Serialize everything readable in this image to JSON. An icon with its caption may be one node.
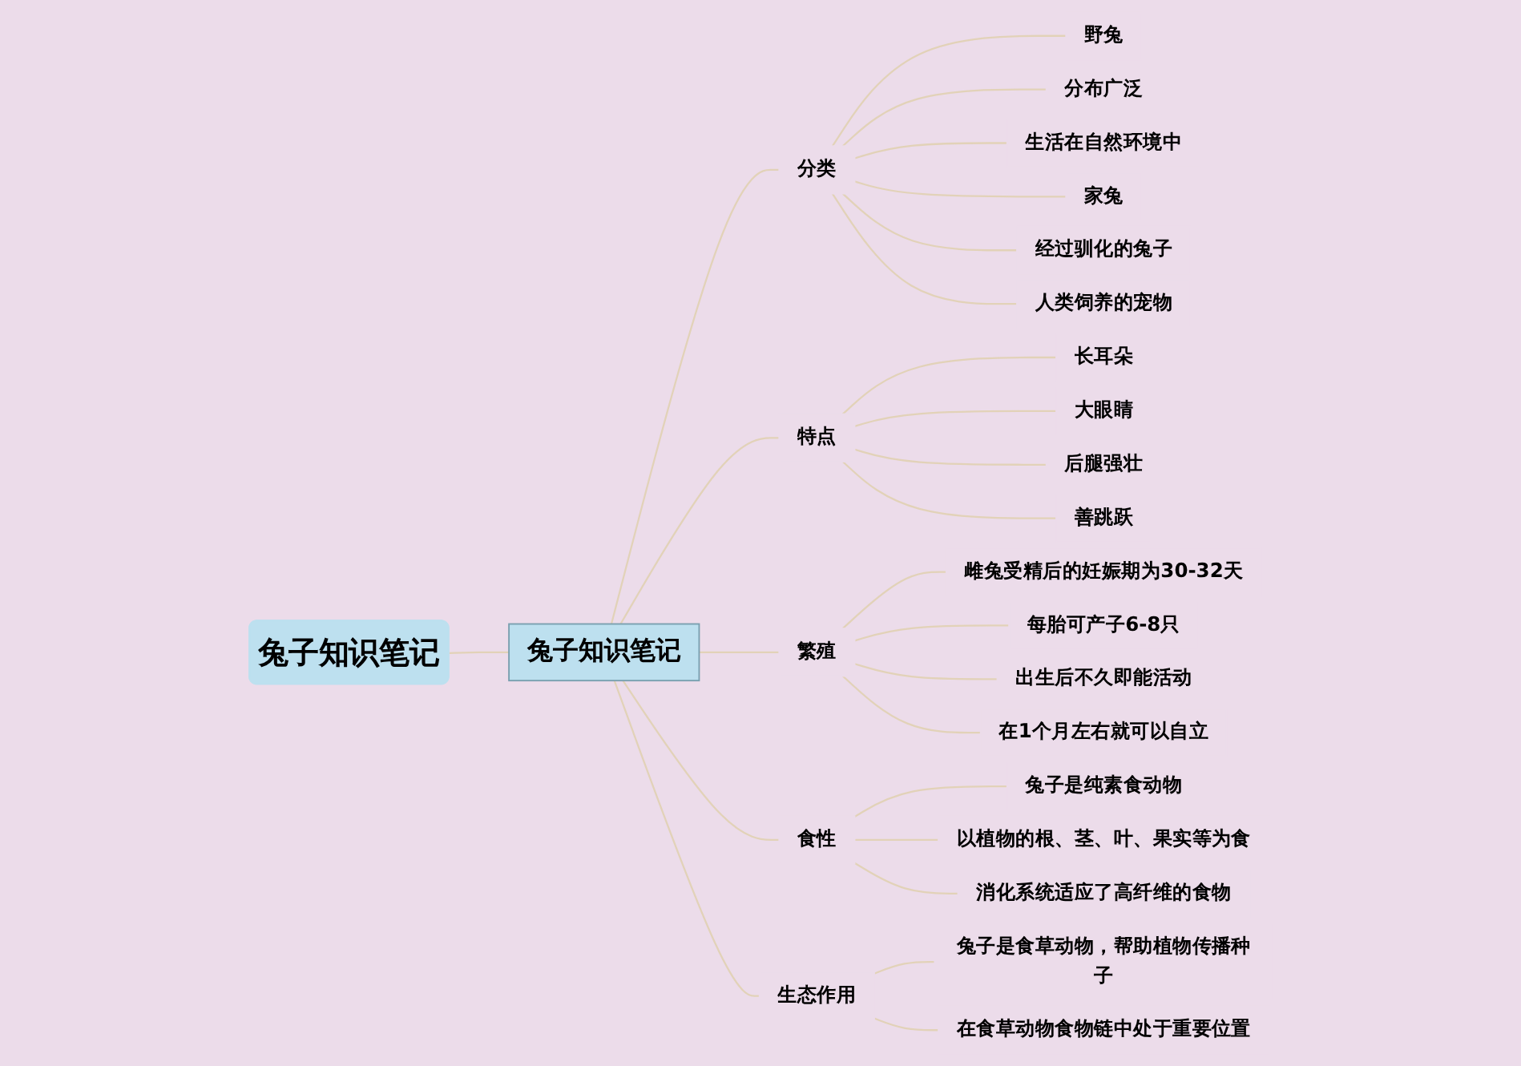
{
  "diagram": {
    "nodes": [
      {
        "text": [
          "兔子知识笔记"
        ]
      },
      {
        "text": [
          "兔子知识笔记"
        ]
      },
      {
        "text": [
          "分类"
        ]
      },
      {
        "text": [
          "野兔"
        ]
      },
      {
        "text": [
          "分布广泛"
        ]
      },
      {
        "text": [
          "生活在自然环境中"
        ]
      },
      {
        "text": [
          "家兔"
        ]
      },
      {
        "text": [
          "经过驯化的兔子"
        ]
      },
      {
        "text": [
          "人类饲养的宠物"
        ]
      },
      {
        "text": [
          "特点"
        ]
      },
      {
        "text": [
          "长耳朵"
        ]
      },
      {
        "text": [
          "大眼睛"
        ]
      },
      {
        "text": [
          "后腿强壮"
        ]
      },
      {
        "text": [
          "善跳跃"
        ]
      },
      {
        "text": [
          "繁殖"
        ]
      },
      {
        "text": [
          "雌兔受精后的妊娠期为30-32天"
        ]
      },
      {
        "text": [
          "每胎可产子6-8只"
        ]
      },
      {
        "text": [
          "出生后不久即能活动"
        ]
      },
      {
        "text": [
          "在1个月左右就可以自立"
        ]
      },
      {
        "text": [
          "食性"
        ]
      },
      {
        "text": [
          "兔子是纯素食动物"
        ]
      },
      {
        "text": [
          "以植物的根、茎、叶、果实等为食"
        ]
      },
      {
        "text": [
          "消化系统适应了高纤维的食物"
        ]
      },
      {
        "text": [
          "生态作用"
        ]
      },
      {
        "text": [
          "兔子是食草动物，帮助植物传播种子"
        ]
      },
      {
        "text": [
          "在食草动物食物链中处于重要位置"
        ]
      }
    ],
    "edges": [
      {
        "from": 0,
        "to": 1,
        "arrow": "none"
      },
      {
        "from": 1,
        "to": 2,
        "arrow": "none"
      },
      {
        "from": 2,
        "to": 3,
        "arrow": "none"
      },
      {
        "from": 2,
        "to": 4,
        "arrow": "none"
      },
      {
        "from": 2,
        "to": 5,
        "arrow": "none"
      },
      {
        "from": 2,
        "to": 6,
        "arrow": "none"
      },
      {
        "from": 2,
        "to": 7,
        "arrow": "none"
      },
      {
        "from": 2,
        "to": 8,
        "arrow": "none"
      },
      {
        "from": 1,
        "to": 9,
        "arrow": "none"
      },
      {
        "from": 9,
        "to": 10,
        "arrow": "none"
      },
      {
        "from": 9,
        "to": 11,
        "arrow": "none"
      },
      {
        "from": 9,
        "to": 12,
        "arrow": "none"
      },
      {
        "from": 9,
        "to": 13,
        "arrow": "none"
      },
      {
        "from": 1,
        "to": 14,
        "arrow": "none"
      },
      {
        "from": 14,
        "to": 15,
        "arrow": "none"
      },
      {
        "from": 14,
        "to": 16,
        "arrow": "none"
      },
      {
        "from": 14,
        "to": 17,
        "arrow": "none"
      },
      {
        "from": 14,
        "to": 18,
        "arrow": "none"
      },
      {
        "from": 1,
        "to": 19,
        "arrow": "none"
      },
      {
        "from": 19,
        "to": 20,
        "arrow": "none"
      },
      {
        "from": 19,
        "to": 21,
        "arrow": "none"
      },
      {
        "from": 19,
        "to": 22,
        "arrow": "none"
      },
      {
        "from": 1,
        "to": 23,
        "arrow": "none"
      },
      {
        "from": 23,
        "to": 24,
        "arrow": "none"
      },
      {
        "from": 23,
        "to": 25,
        "arrow": "none"
      }
    ]
  }
}
